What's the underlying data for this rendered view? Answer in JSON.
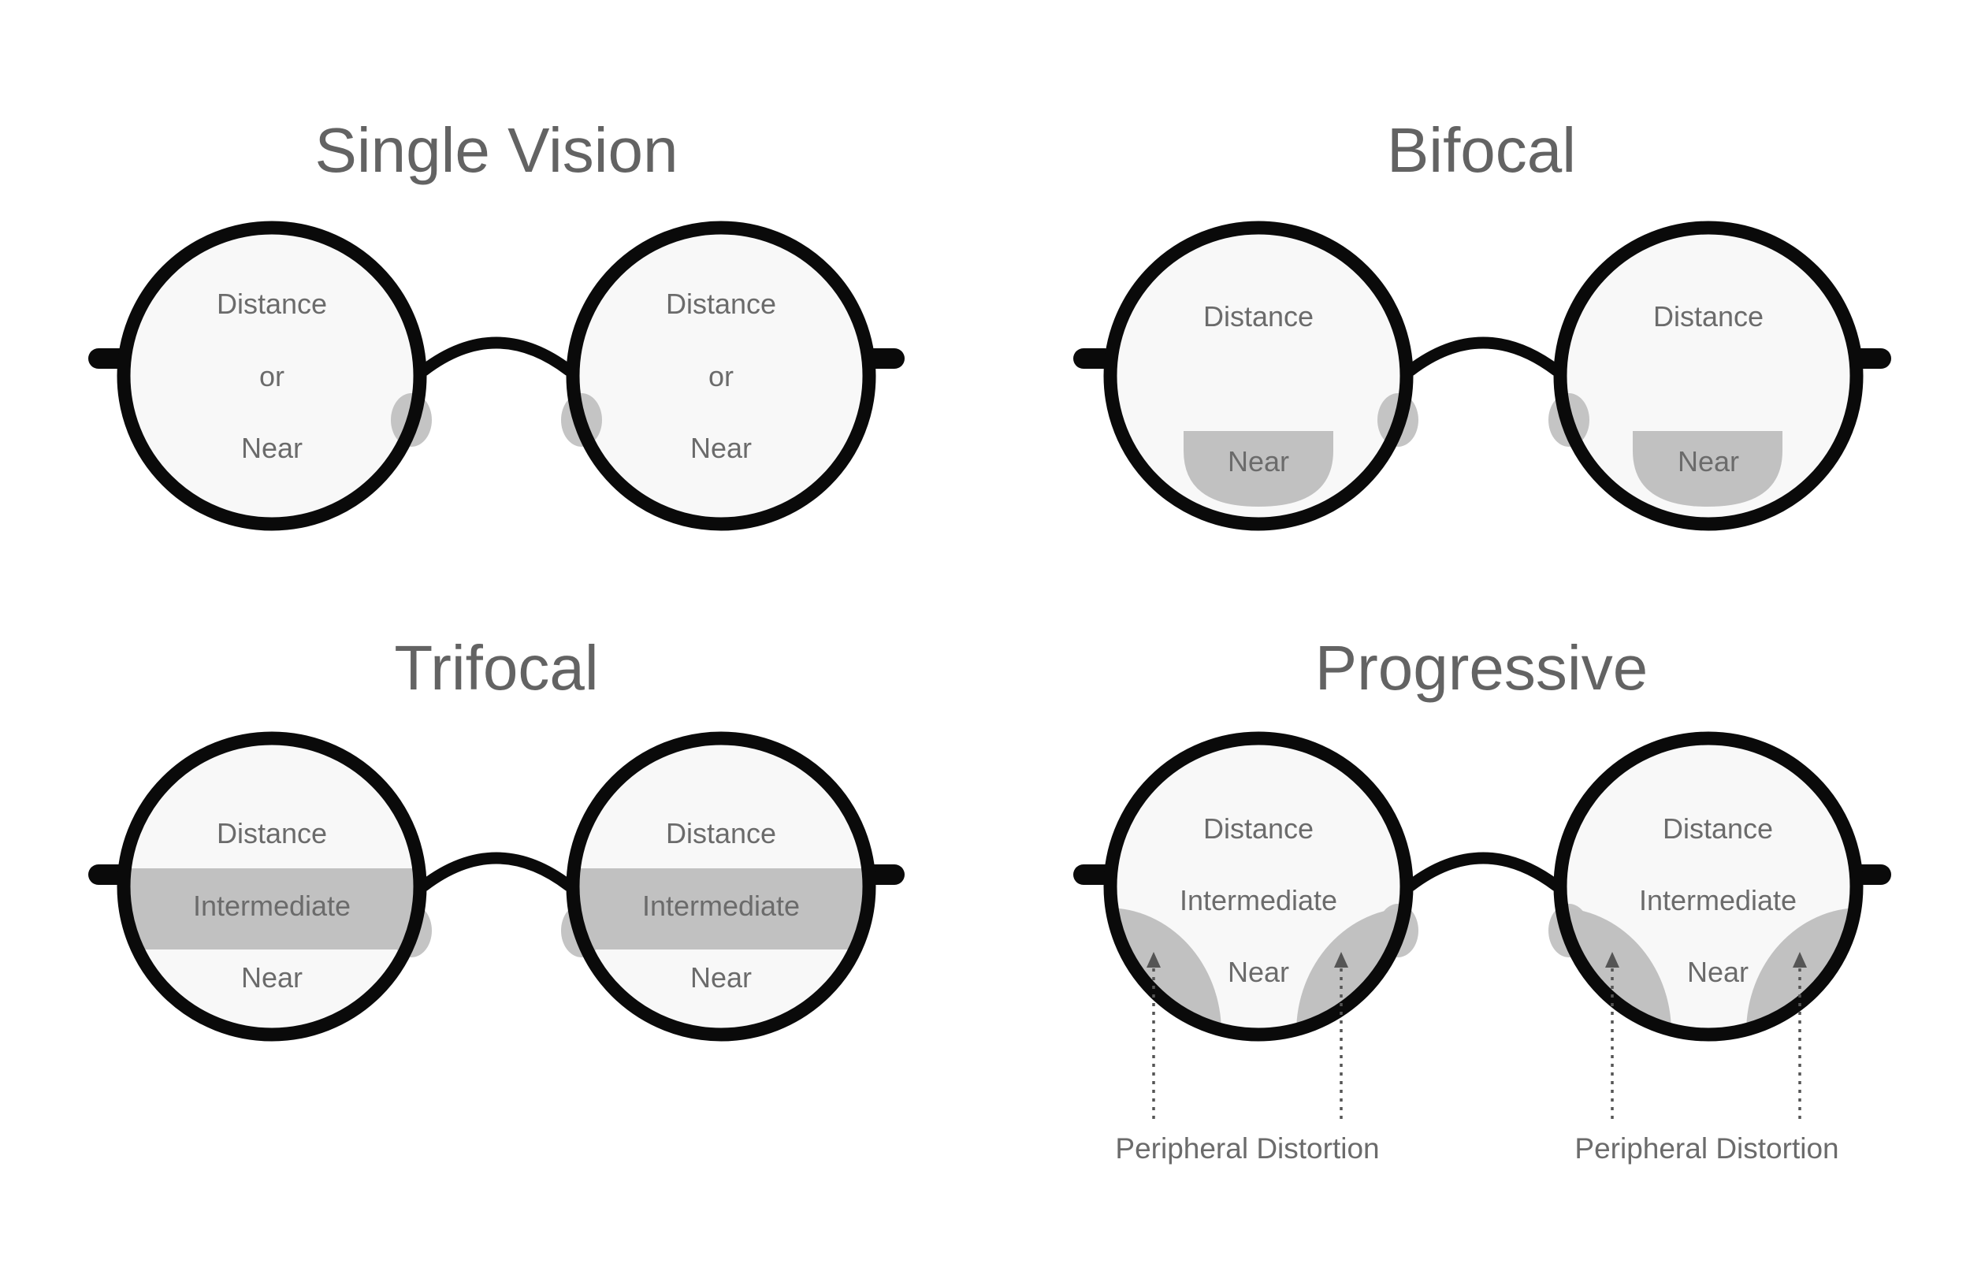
{
  "panels": {
    "single_vision": {
      "title": "Single Vision",
      "left": {
        "line1": "Distance",
        "line2": "or",
        "line3": "Near"
      },
      "right": {
        "line1": "Distance",
        "line2": "or",
        "line3": "Near"
      }
    },
    "bifocal": {
      "title": "Bifocal",
      "left": {
        "top": "Distance",
        "segment": "Near"
      },
      "right": {
        "top": "Distance",
        "segment": "Near"
      }
    },
    "trifocal": {
      "title": "Trifocal",
      "left": {
        "top": "Distance",
        "band": "Intermediate",
        "bottom": "Near"
      },
      "right": {
        "top": "Distance",
        "band": "Intermediate",
        "bottom": "Near"
      }
    },
    "progressive": {
      "title": "Progressive",
      "left": {
        "top": "Distance",
        "middle": "Intermediate",
        "bottom": "Near"
      },
      "right": {
        "top": "Distance",
        "middle": "Intermediate",
        "bottom": "Near"
      },
      "left_annotation": "Peripheral Distortion",
      "right_annotation": "Peripheral Distortion"
    }
  },
  "colors": {
    "frame": "#0a0a0a",
    "lens": "#f8f8f8",
    "zone": "#c1c1c1",
    "text": "#636363"
  }
}
